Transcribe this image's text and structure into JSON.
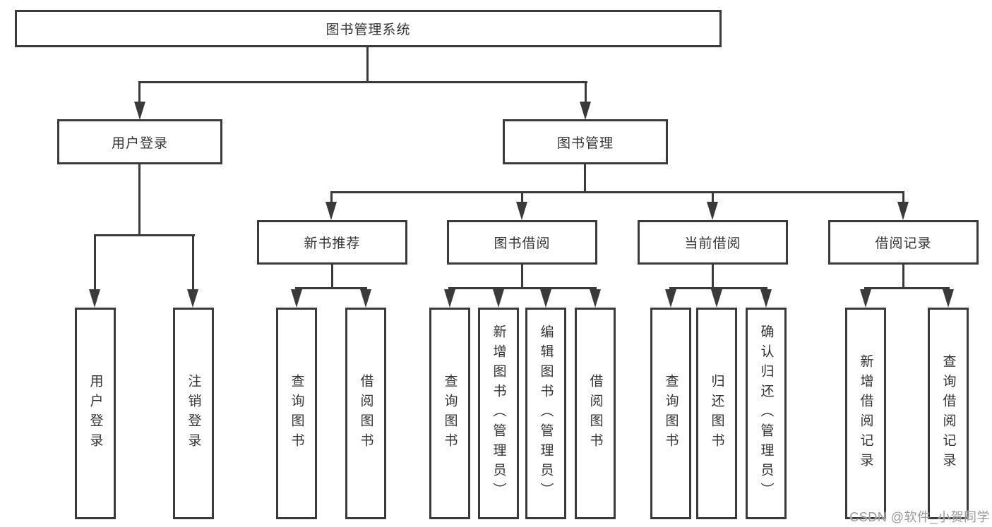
{
  "tree": {
    "root": {
      "label": "图书管理系统"
    },
    "branches": [
      {
        "label": "用户登录",
        "leaves": [
          {
            "label": "用户登录"
          },
          {
            "label": "注销登录"
          }
        ]
      },
      {
        "label": "图书管理",
        "groups": [
          {
            "label": "新书推荐",
            "leaves": [
              {
                "label": "查询图书"
              },
              {
                "label": "借阅图书"
              }
            ]
          },
          {
            "label": "图书借阅",
            "leaves": [
              {
                "label": "查询图书"
              },
              {
                "label": "新增图书（管理员）"
              },
              {
                "label": "编辑图书（管理员）"
              },
              {
                "label": "借阅图书"
              }
            ]
          },
          {
            "label": "当前借阅",
            "leaves": [
              {
                "label": "查询图书"
              },
              {
                "label": "归还图书"
              },
              {
                "label": "确认归还（管理员）"
              }
            ]
          },
          {
            "label": "借阅记录",
            "leaves": [
              {
                "label": "新增借阅记录"
              },
              {
                "label": "查询借阅记录"
              }
            ]
          }
        ]
      }
    ]
  },
  "watermark": {
    "text": "CSDN @软件_小贺同学"
  },
  "colors": {
    "line": "#3a3a3a",
    "text": "#333333",
    "watermark": "#999999",
    "background": "#ffffff"
  }
}
